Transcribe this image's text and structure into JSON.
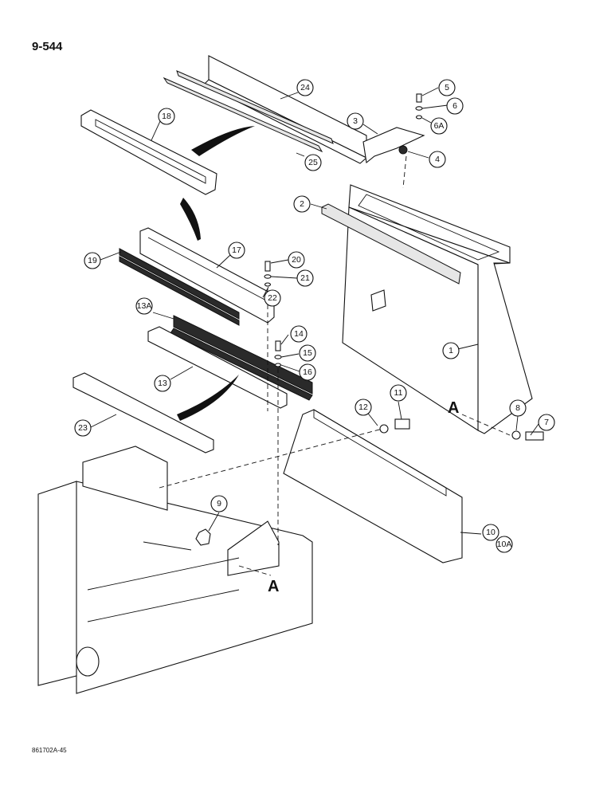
{
  "header": {
    "page_number": "9-544"
  },
  "footer": {
    "drawing_code": "861702A-45"
  },
  "view_marks": [
    "A",
    "A"
  ],
  "callouts": [
    "1",
    "2",
    "3",
    "4",
    "5",
    "6",
    "6A",
    "7",
    "8",
    "9",
    "10",
    "10A",
    "11",
    "12",
    "13",
    "13A",
    "14",
    "15",
    "16",
    "17",
    "18",
    "19",
    "20",
    "21",
    "22",
    "23",
    "24",
    "25"
  ]
}
